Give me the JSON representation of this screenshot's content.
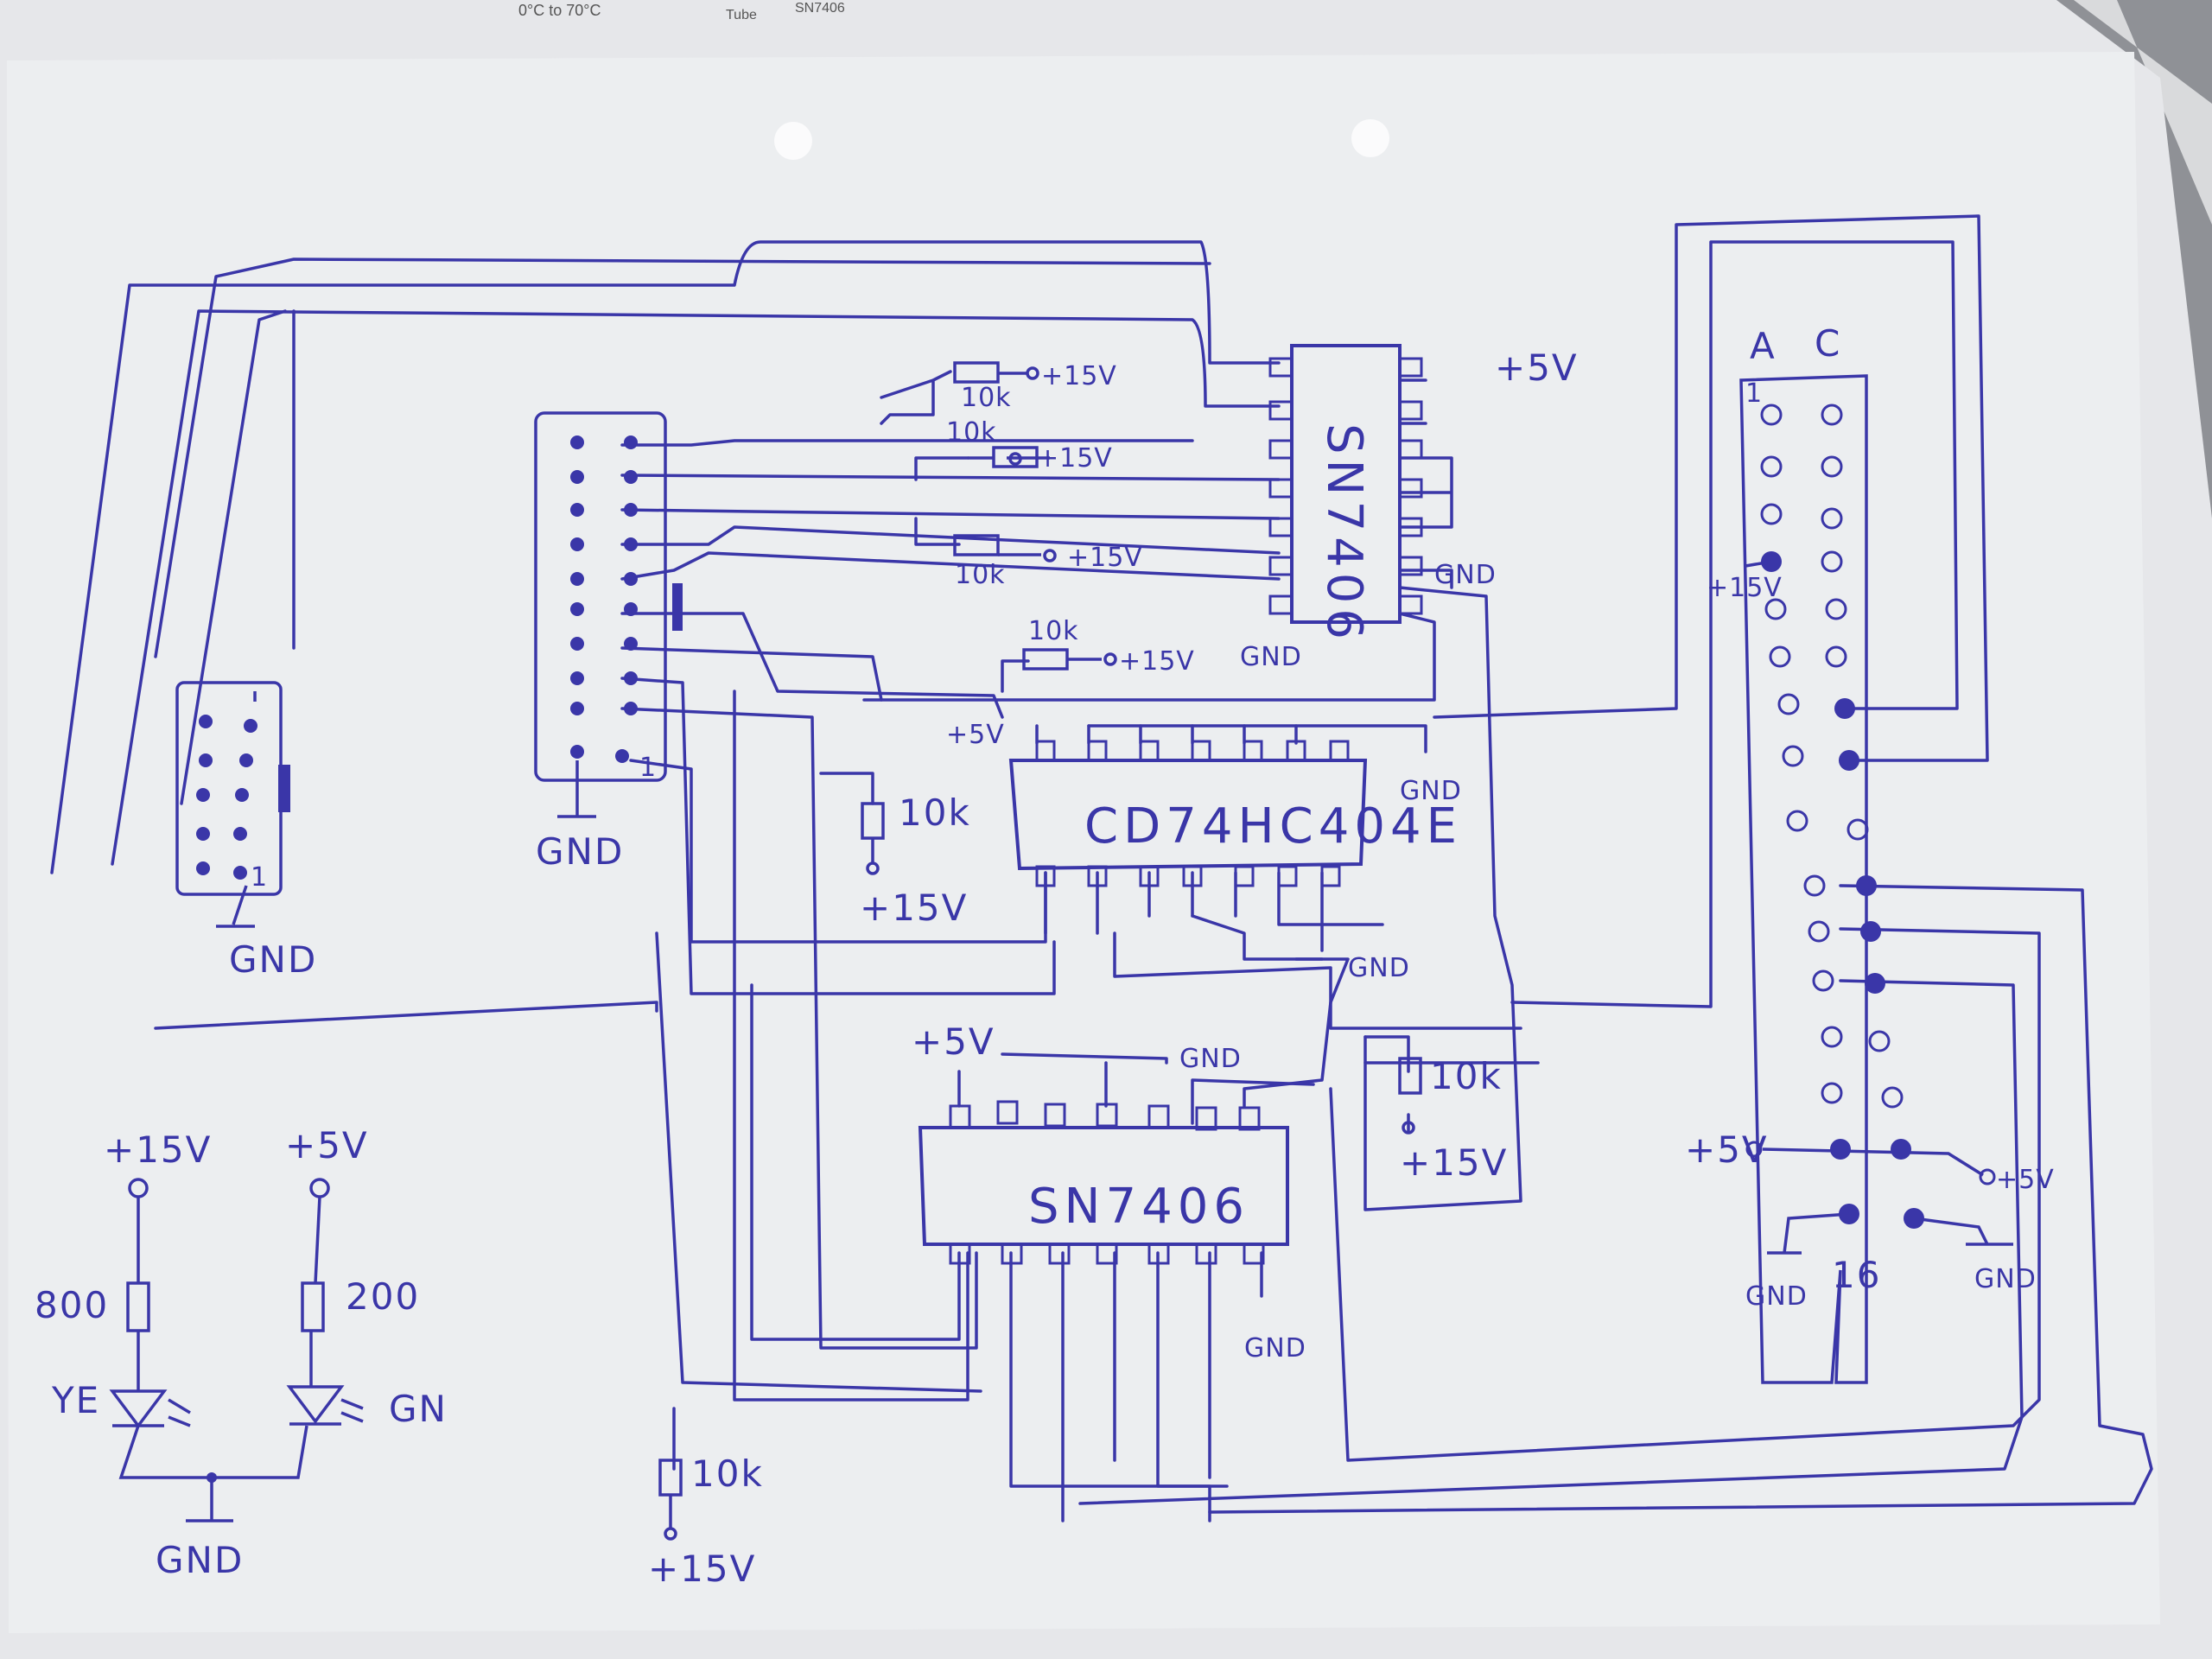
{
  "background_doc": {
    "snippets": [
      "0°C to 70°C",
      "SN7406",
      "Tube"
    ]
  },
  "schematic": {
    "ink_color": "#3a36a8",
    "paper_color": "#eceef0",
    "ic_left": {
      "name": "SN7406"
    },
    "ic_middle": {
      "name": "CD74HC404E"
    },
    "ic_bottom": {
      "name": "SN7406"
    },
    "connector_right": {
      "col_a": "A",
      "col_c": "C",
      "pin_1": "1",
      "pin_16": "16"
    },
    "connector_left": {
      "pin_1": "1"
    },
    "connector_center": {
      "pin_1": "1"
    },
    "labels": {
      "plus5v": "+5V",
      "plus15v": "+15V",
      "gnd": "GND",
      "r10k": "10k",
      "r800": "800",
      "r200": "200",
      "led_ye": "YE",
      "led_gn": "GN"
    }
  }
}
